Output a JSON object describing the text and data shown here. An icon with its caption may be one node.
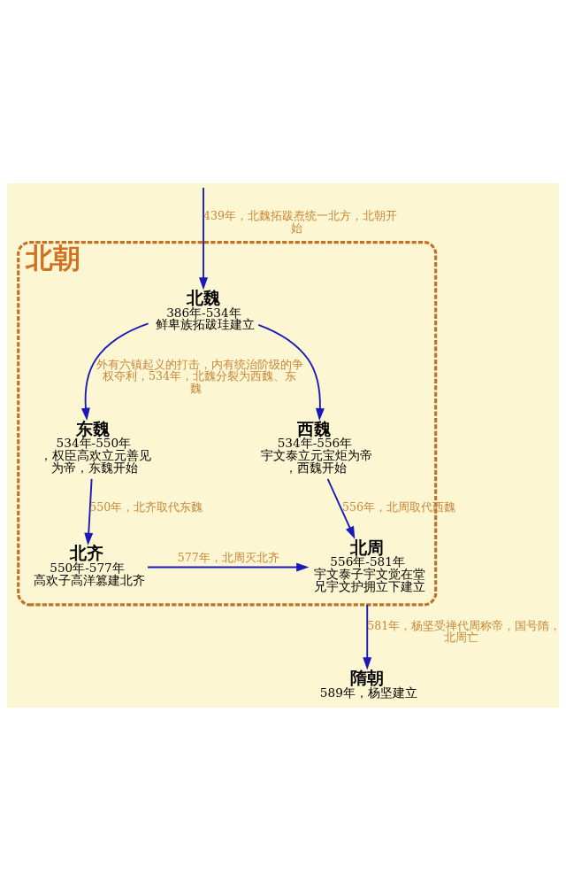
{
  "diagram": {
    "nodes": [
      {
        "text": [
          "北朝"
        ]
      },
      {
        "text": [
          "北魏",
          "386年-534年",
          "鲜卑族拓跋珪建立"
        ],
        "in": 0
      },
      {
        "text": [
          "东魏",
          "534年-550年，权臣高欢立元善见为帝，东魏开始"
        ],
        "in": 0
      },
      {
        "text": [
          "西魏",
          "534年-556年",
          "宇文泰立元宝炬为帝，西魏开始"
        ],
        "in": 0
      },
      {
        "text": [
          "北齐",
          "550年-577年",
          "高欢子高洋篡建北齐"
        ],
        "in": 0
      },
      {
        "text": [
          "北周",
          "556年-581年",
          "宇文泰子宇文觉在堂兄宇文护拥立下建立"
        ],
        "in": 0
      },
      {
        "text": [
          "隋朝",
          "589年，杨坚建立"
        ]
      }
    ],
    "edges": [
      {
        "from": null,
        "to": 1,
        "arrow": "to",
        "label": "439年，北魏拓跋焘统一北方，北朝开始"
      },
      {
        "from": 1,
        "to": 2,
        "arrow": "to",
        "label": "外有六镇起义的打击，内有统治阶级的争权夺利，534年，北魏分裂为西魏、东魏"
      },
      {
        "from": 1,
        "to": 3,
        "arrow": "to"
      },
      {
        "from": 2,
        "to": 4,
        "arrow": "to",
        "label": "550年，北齐取代东魏"
      },
      {
        "from": 3,
        "to": 5,
        "arrow": "to",
        "label": "556年，北周取代西魏"
      },
      {
        "from": 4,
        "to": 5,
        "arrow": "to",
        "label": "577年，北周灭北齐"
      },
      {
        "from": 0,
        "to": 6,
        "arrow": "to",
        "label": "581年，杨坚受禅代周称帝，国号隋，北周亡"
      }
    ]
  }
}
